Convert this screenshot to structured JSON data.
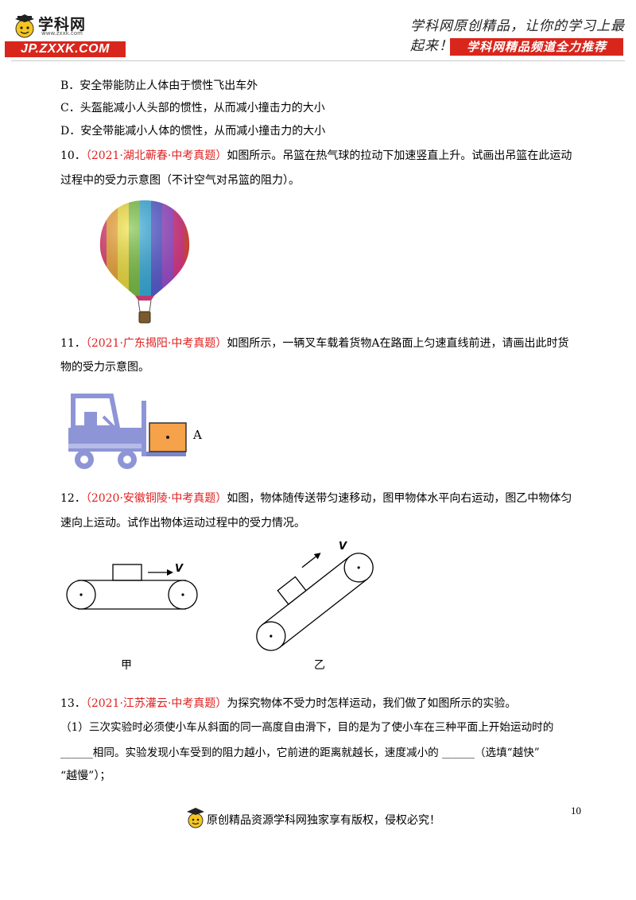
{
  "header": {
    "logo_name": "学科网",
    "logo_url": "www.zxxk.com",
    "logo_band": "JP.ZXXK.COM",
    "slogan": "学科网原创精品，让你的学习上最起来！",
    "promo": "学科网精品频道全力推荐"
  },
  "options": {
    "b": "B．安全带能防止人体由于惯性飞出车外",
    "c": "C．头盔能减小人头部的惯性，从而减小撞击力的大小",
    "d": "D．安全带能减小人体的惯性，从而减小撞击力的大小"
  },
  "q10": {
    "num": "10．",
    "source": "（2021·湖北蕲春·中考真题）",
    "text1": "如图所示。吊篮在热气球的拉动下加速竖直上升。试画出吊篮在此运动",
    "text2": "过程中的受力示意图（不计空气对吊篮的阻力）。"
  },
  "q11": {
    "num": "11．",
    "source": "（2021·广东揭阳·中考真题）",
    "text1": "如图所示，一辆叉车载着货物A在路面上匀速直线前进，请画出此时货",
    "text2": "物的受力示意图。",
    "label_a": "A"
  },
  "q12": {
    "num": "12．",
    "source": "（2020·安徽铜陵·中考真题）",
    "text1": "如图，物体随传送带匀速移动，图甲物体水平向右运动，图乙中物体匀",
    "text2": "速向上运动。试作出物体运动过程中的受力情况。",
    "v_label": "V",
    "caption_jia": "甲",
    "caption_yi": "乙"
  },
  "q13": {
    "num": "13．",
    "source": "（2021·江苏灌云·中考真题）",
    "text1": "为探究物体不受力时怎样运动，我们做了如图所示的实验。",
    "text2": "（1）三次实验时必须使小车从斜面的同一高度自由滑下，目的是为了使小车在三种平面上开始运动时的",
    "text3": "______相同。实验发现小车受到的阻力越小，它前进的距离就越长，速度减小的 ______（选填“越快”",
    "text4": "“越慢”）；"
  },
  "footer": {
    "text": "原创精品资源学科网独家享有版权，侵权必究！",
    "page": "10"
  },
  "colors": {
    "brand_red": "#d9261c",
    "source_red": "#e02020",
    "forklift_blue": "#8e95d6",
    "cargo_orange": "#f5a24a"
  }
}
